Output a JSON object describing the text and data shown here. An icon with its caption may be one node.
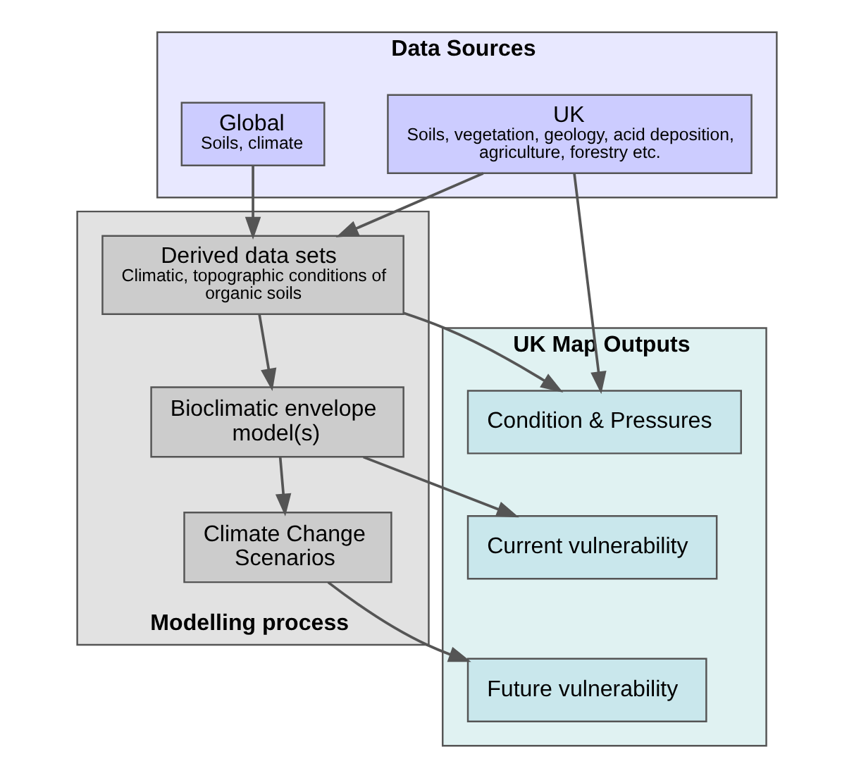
{
  "diagram": {
    "nodes": [
      {
        "text": [
          "Data Sources"
        ]
      },
      {
        "text": [
          "Global",
          "Soils, climate"
        ],
        "in": 0
      },
      {
        "text": [
          "UK",
          "Soils, vegetation, geology, acid deposition, agriculture, forestry etc."
        ],
        "in": 0
      },
      {
        "text": [
          "Modelling process"
        ]
      },
      {
        "text": [
          "Derived data sets",
          "Climatic, topographic conditions of organic soils"
        ],
        "in": 3
      },
      {
        "text": [
          "Bioclimatic envelope model(s)"
        ],
        "in": 3
      },
      {
        "text": [
          "Climate Change Scenarios"
        ],
        "in": 3
      },
      {
        "text": [
          "UK Map Outputs"
        ]
      },
      {
        "text": [
          "Condition & Pressures"
        ],
        "in": 7
      },
      {
        "text": [
          "Current vulnerability"
        ],
        "in": 7
      },
      {
        "text": [
          "Future vulnerability"
        ],
        "in": 7
      }
    ],
    "edges": [
      {
        "from": 1,
        "to": 4,
        "arrow": "to"
      },
      {
        "from": 2,
        "to": 4,
        "arrow": "to"
      },
      {
        "from": 2,
        "to": 8,
        "arrow": "to"
      },
      {
        "from": 4,
        "to": 8,
        "arrow": "to"
      },
      {
        "from": 4,
        "to": 5,
        "arrow": "to"
      },
      {
        "from": 5,
        "to": 6,
        "arrow": "to"
      },
      {
        "from": 5,
        "to": 9,
        "arrow": "to"
      },
      {
        "from": 6,
        "to": 10,
        "arrow": "to"
      }
    ]
  }
}
